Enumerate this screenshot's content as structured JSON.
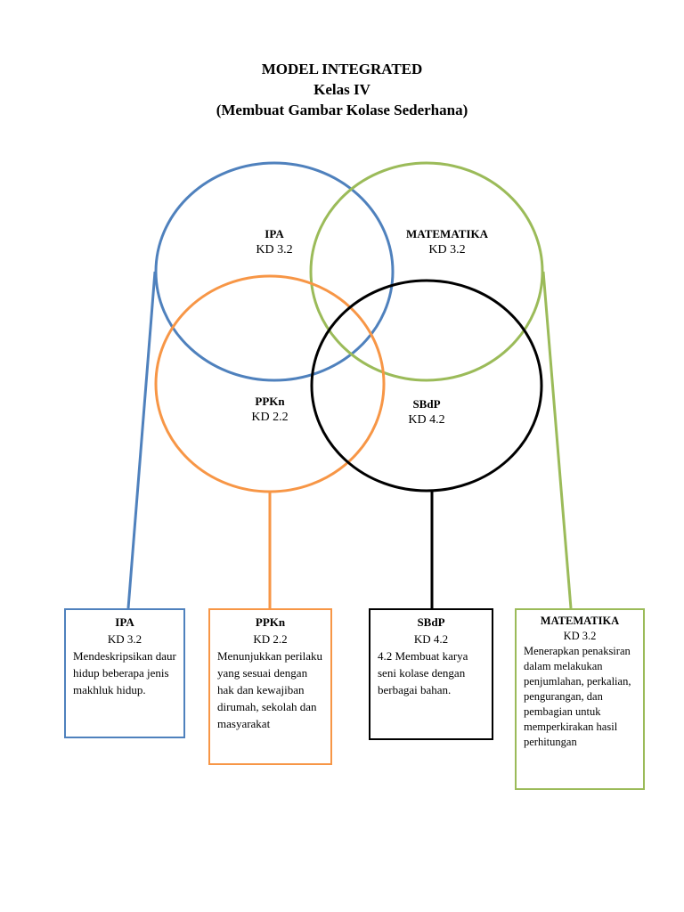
{
  "header": {
    "line1": "MODEL INTEGRATED",
    "line2": "Kelas IV",
    "line3": "(Membuat Gambar Kolase Sederhana)"
  },
  "colors": {
    "ipa": "#4f81bd",
    "matematika": "#9bbb59",
    "ppkn": "#f79646",
    "sbdp": "#000000"
  },
  "circles": {
    "ipa": {
      "name": "IPA",
      "kd": "KD 3.2"
    },
    "matematika": {
      "name": "MATEMATIKA",
      "kd": "KD 3.2"
    },
    "ppkn": {
      "name": "PPKn",
      "kd": "KD 2.2"
    },
    "sbdp": {
      "name": "SBdP",
      "kd": "KD 4.2"
    }
  },
  "boxes": {
    "ipa": {
      "name": "IPA",
      "kd": "KD 3.2",
      "desc": "Mendeskripsikan daur hidup beberapa jenis makhluk hidup."
    },
    "ppkn": {
      "name": "PPKn",
      "kd": "KD 2.2",
      "desc": "Menunjukkan perilaku yang sesuai dengan hak dan kewajiban dirumah, sekolah dan masyarakat"
    },
    "sbdp": {
      "name": "SBdP",
      "kd": "KD 4.2",
      "desc": "4.2 Membuat karya seni kolase dengan berbagai bahan."
    },
    "matematika": {
      "name": "MATEMATIKA",
      "kd": "KD 3.2",
      "desc": "Menerapkan penaksiran dalam melakukan penjumlahan, perkalian, pengurangan, dan pembagian untuk memperkirakan hasil perhitungan"
    }
  }
}
